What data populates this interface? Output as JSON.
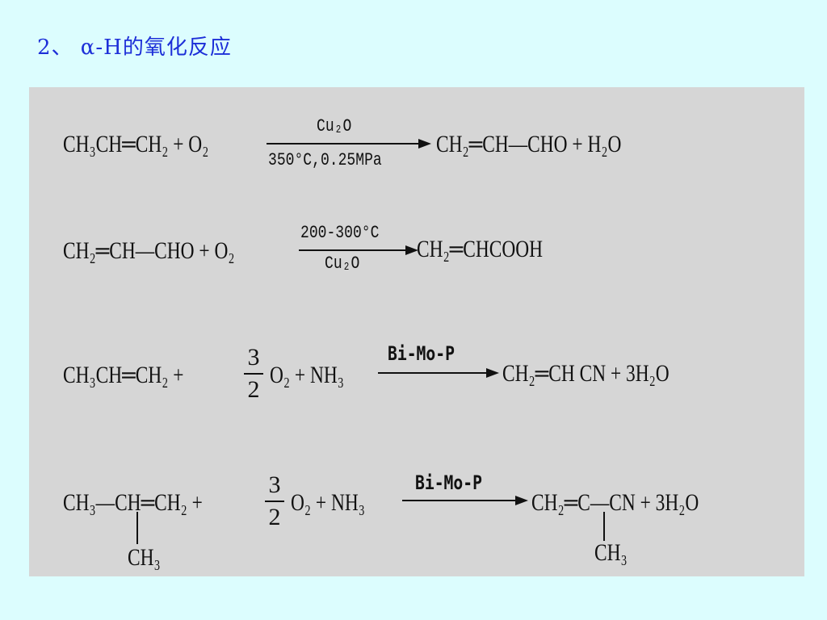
{
  "slide": {
    "title": "2、 α-H的氧化反应"
  },
  "equations": [
    {
      "reactants": "CH₃CH═CH₂ + O₂",
      "condition_above": "Cu₂O",
      "condition_below": "350°C,0.25MPa",
      "products": "CH₂═CH—CHO + H₂O"
    },
    {
      "reactants": "CH₂═CH—CHO + O₂",
      "condition_above": "200-300°C",
      "condition_below": "Cu₂O",
      "products": "CH₂═CHCOOH"
    },
    {
      "reactants_a": "CH₃CH═CH₂ +",
      "fraction_num": "3",
      "fraction_den": "2",
      "reactants_b": "O₂ + NH₃",
      "condition_above": "Bi-Mo-P",
      "products": "CH₂═CH CN + 3H₂O"
    },
    {
      "reactants_a": "CH₃—CH═CH₂ +",
      "fraction_num": "3",
      "fraction_den": "2",
      "reactants_b": "O₂ + NH₃",
      "condition_above": "Bi-Mo-P",
      "products": "CH₂═C—CN + 3H₂O",
      "branch_left": "CH₃",
      "branch_right": "CH₃"
    }
  ]
}
